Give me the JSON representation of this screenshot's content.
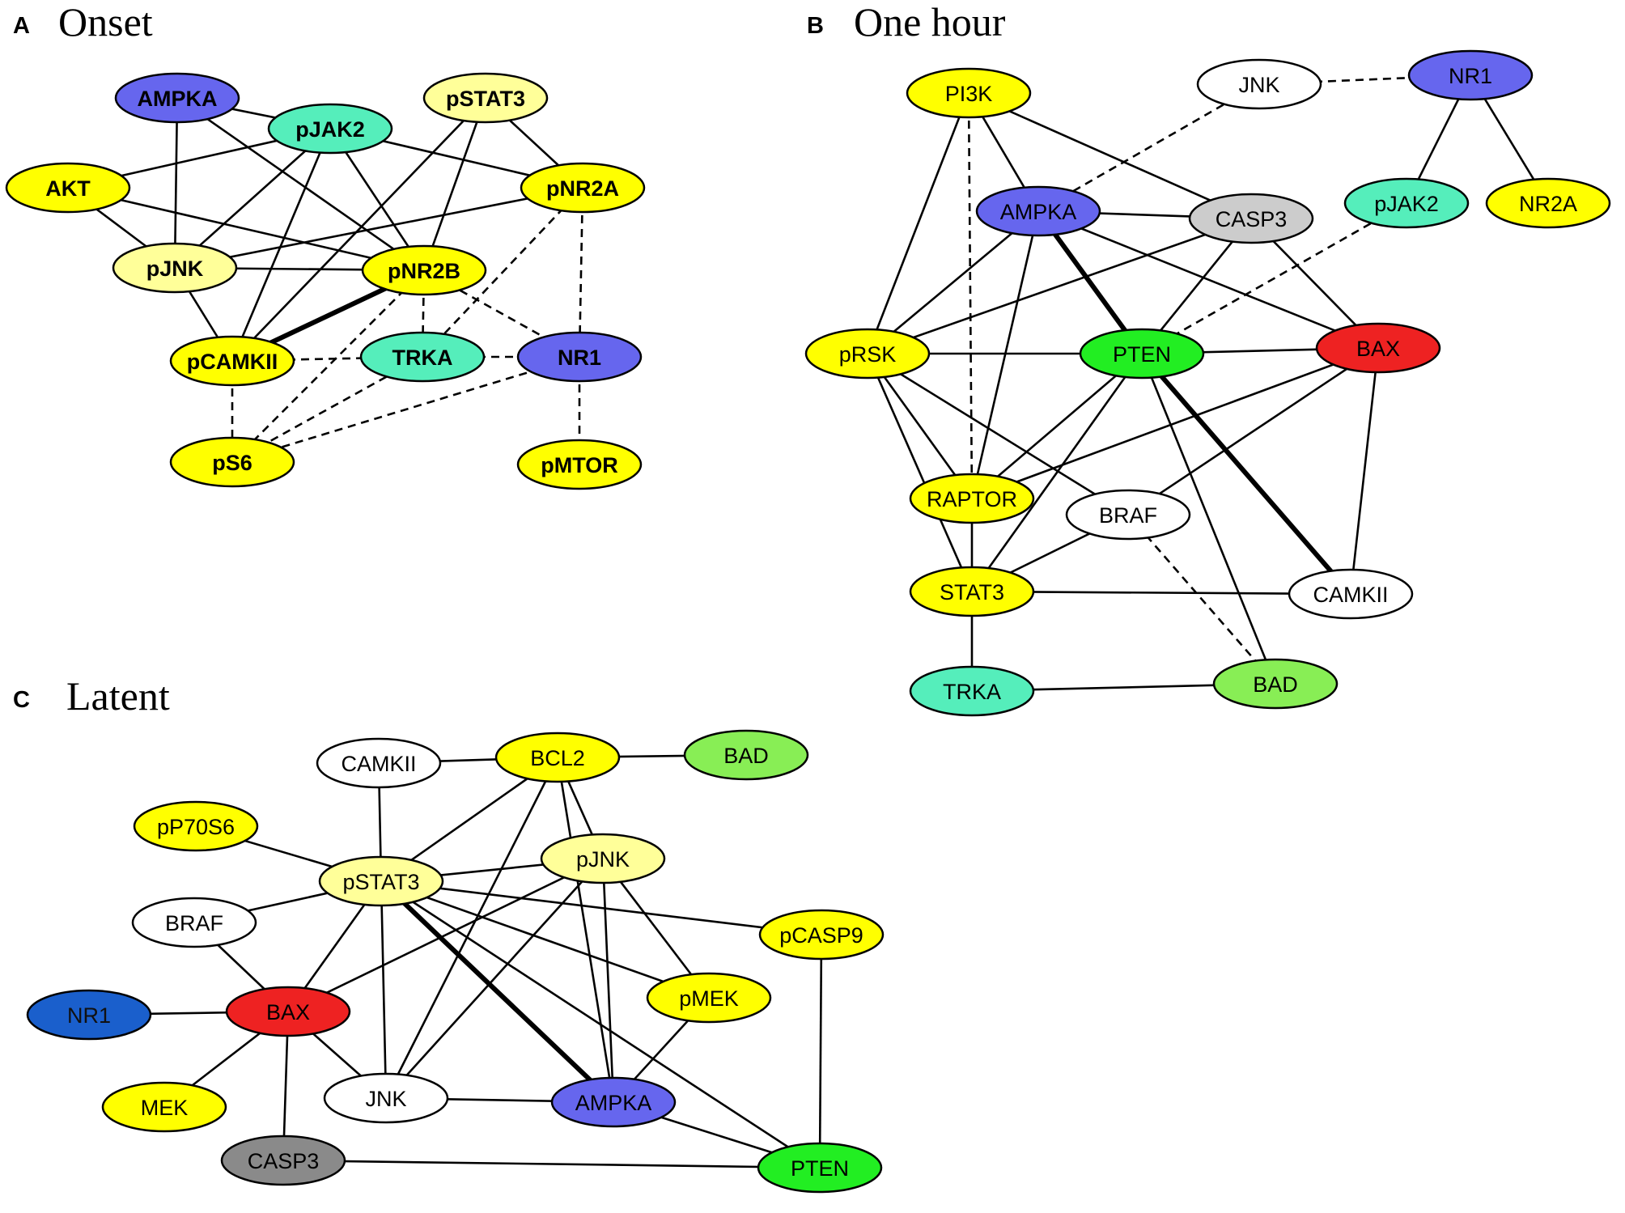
{
  "colors": {
    "yellow": "#ffff00",
    "pale_yellow": "#ffff99",
    "blue_purple": "#6666ee",
    "dark_blue": "#1a5fcc",
    "turquoise": "#55eebb",
    "white": "#ffffff",
    "light_gray": "#cccccc",
    "dark_gray": "#8a8a8a",
    "green": "#22ee22",
    "light_green": "#88ee55",
    "red": "#ee2222"
  },
  "panels": [
    {
      "id": "A",
      "letter": "A",
      "title": "Onset",
      "bold_labels": true,
      "nodes": [
        {
          "id": "AMPKA",
          "label": "AMPKA",
          "color": "blue_purple"
        },
        {
          "id": "pJAK2",
          "label": "pJAK2",
          "color": "turquoise"
        },
        {
          "id": "pSTAT3",
          "label": "pSTAT3",
          "color": "pale_yellow"
        },
        {
          "id": "AKT",
          "label": "AKT",
          "color": "yellow"
        },
        {
          "id": "pNR2A",
          "label": "pNR2A",
          "color": "yellow"
        },
        {
          "id": "pJNK",
          "label": "pJNK",
          "color": "pale_yellow"
        },
        {
          "id": "pNR2B",
          "label": "pNR2B",
          "color": "yellow"
        },
        {
          "id": "pCAMKII",
          "label": "pCAMKII",
          "color": "yellow"
        },
        {
          "id": "TRKA",
          "label": "TRKA",
          "color": "turquoise"
        },
        {
          "id": "NR1",
          "label": "NR1",
          "color": "blue_purple"
        },
        {
          "id": "pS6",
          "label": "pS6",
          "color": "yellow"
        },
        {
          "id": "pMTOR",
          "label": "pMTOR",
          "color": "yellow"
        }
      ],
      "edges": [
        {
          "from": "AMPKA",
          "to": "pJAK2",
          "style": "solid"
        },
        {
          "from": "AMPKA",
          "to": "pJNK",
          "style": "solid"
        },
        {
          "from": "AMPKA",
          "to": "pNR2B",
          "style": "solid"
        },
        {
          "from": "pJAK2",
          "to": "AKT",
          "style": "solid"
        },
        {
          "from": "pJAK2",
          "to": "pNR2A",
          "style": "solid"
        },
        {
          "from": "pJAK2",
          "to": "pJNK",
          "style": "solid"
        },
        {
          "from": "pJAK2",
          "to": "pNR2B",
          "style": "solid"
        },
        {
          "from": "pJAK2",
          "to": "pCAMKII",
          "style": "solid"
        },
        {
          "from": "pSTAT3",
          "to": "pNR2A",
          "style": "solid"
        },
        {
          "from": "pSTAT3",
          "to": "pNR2B",
          "style": "solid"
        },
        {
          "from": "pSTAT3",
          "to": "pCAMKII",
          "style": "solid"
        },
        {
          "from": "AKT",
          "to": "pJNK",
          "style": "solid"
        },
        {
          "from": "AKT",
          "to": "pNR2B",
          "style": "solid"
        },
        {
          "from": "pNR2A",
          "to": "pJNK",
          "style": "solid"
        },
        {
          "from": "pJNK",
          "to": "pNR2B",
          "style": "solid"
        },
        {
          "from": "pJNK",
          "to": "pCAMKII",
          "style": "solid"
        },
        {
          "from": "pNR2B",
          "to": "pCAMKII",
          "style": "thick"
        },
        {
          "from": "pNR2A",
          "to": "TRKA",
          "style": "dashed"
        },
        {
          "from": "pNR2A",
          "to": "NR1",
          "style": "dashed"
        },
        {
          "from": "pNR2B",
          "to": "TRKA",
          "style": "dashed"
        },
        {
          "from": "pNR2B",
          "to": "NR1",
          "style": "dashed"
        },
        {
          "from": "pNR2B",
          "to": "pS6",
          "style": "dashed"
        },
        {
          "from": "pCAMKII",
          "to": "TRKA",
          "style": "dashed"
        },
        {
          "from": "pCAMKII",
          "to": "pS6",
          "style": "dashed"
        },
        {
          "from": "TRKA",
          "to": "NR1",
          "style": "dashed"
        },
        {
          "from": "TRKA",
          "to": "pS6",
          "style": "dashed"
        },
        {
          "from": "NR1",
          "to": "pS6",
          "style": "dashed"
        },
        {
          "from": "NR1",
          "to": "pMTOR",
          "style": "dashed"
        }
      ]
    },
    {
      "id": "B",
      "letter": "B",
      "title": "One hour",
      "bold_labels": false,
      "nodes": [
        {
          "id": "PI3K",
          "label": "PI3K",
          "color": "yellow"
        },
        {
          "id": "JNK",
          "label": "JNK",
          "color": "white"
        },
        {
          "id": "NR1",
          "label": "NR1",
          "color": "blue_purple"
        },
        {
          "id": "pJAK2",
          "label": "pJAK2",
          "color": "turquoise"
        },
        {
          "id": "NR2A",
          "label": "NR2A",
          "color": "yellow"
        },
        {
          "id": "AMPKA",
          "label": "AMPKA",
          "color": "blue_purple"
        },
        {
          "id": "CASP3",
          "label": "CASP3",
          "color": "light_gray"
        },
        {
          "id": "pRSK",
          "label": "pRSK",
          "color": "yellow"
        },
        {
          "id": "PTEN",
          "label": "PTEN",
          "color": "green"
        },
        {
          "id": "BAX",
          "label": "BAX",
          "color": "red"
        },
        {
          "id": "RAPTOR",
          "label": "RAPTOR",
          "color": "yellow"
        },
        {
          "id": "BRAF",
          "label": "BRAF",
          "color": "white"
        },
        {
          "id": "STAT3",
          "label": "STAT3",
          "color": "yellow"
        },
        {
          "id": "CAMKII",
          "label": "CAMKII",
          "color": "white"
        },
        {
          "id": "TRKA",
          "label": "TRKA",
          "color": "turquoise"
        },
        {
          "id": "BAD",
          "label": "BAD",
          "color": "light_green"
        }
      ],
      "edges": [
        {
          "from": "PI3K",
          "to": "AMPKA",
          "style": "solid"
        },
        {
          "from": "PI3K",
          "to": "CASP3",
          "style": "solid"
        },
        {
          "from": "PI3K",
          "to": "pRSK",
          "style": "solid"
        },
        {
          "from": "PI3K",
          "to": "RAPTOR",
          "style": "dashed"
        },
        {
          "from": "JNK",
          "to": "NR1",
          "style": "dashed"
        },
        {
          "from": "JNK",
          "to": "AMPKA",
          "style": "dashed"
        },
        {
          "from": "NR1",
          "to": "pJAK2",
          "style": "solid"
        },
        {
          "from": "NR1",
          "to": "NR2A",
          "style": "solid"
        },
        {
          "from": "pJAK2",
          "to": "PTEN",
          "style": "dashed"
        },
        {
          "from": "AMPKA",
          "to": "CASP3",
          "style": "solid"
        },
        {
          "from": "AMPKA",
          "to": "pRSK",
          "style": "solid"
        },
        {
          "from": "AMPKA",
          "to": "PTEN",
          "style": "thick"
        },
        {
          "from": "AMPKA",
          "to": "BAX",
          "style": "solid"
        },
        {
          "from": "AMPKA",
          "to": "RAPTOR",
          "style": "solid"
        },
        {
          "from": "CASP3",
          "to": "pRSK",
          "style": "solid"
        },
        {
          "from": "CASP3",
          "to": "PTEN",
          "style": "solid"
        },
        {
          "from": "CASP3",
          "to": "BAX",
          "style": "solid"
        },
        {
          "from": "pRSK",
          "to": "PTEN",
          "style": "solid"
        },
        {
          "from": "pRSK",
          "to": "RAPTOR",
          "style": "solid"
        },
        {
          "from": "pRSK",
          "to": "BRAF",
          "style": "solid"
        },
        {
          "from": "pRSK",
          "to": "STAT3",
          "style": "solid"
        },
        {
          "from": "PTEN",
          "to": "BAX",
          "style": "solid"
        },
        {
          "from": "PTEN",
          "to": "RAPTOR",
          "style": "solid"
        },
        {
          "from": "PTEN",
          "to": "STAT3",
          "style": "solid"
        },
        {
          "from": "PTEN",
          "to": "CAMKII",
          "style": "thick"
        },
        {
          "from": "PTEN",
          "to": "BAD",
          "style": "solid"
        },
        {
          "from": "BAX",
          "to": "RAPTOR",
          "style": "solid"
        },
        {
          "from": "BAX",
          "to": "BRAF",
          "style": "solid"
        },
        {
          "from": "BAX",
          "to": "CAMKII",
          "style": "solid"
        },
        {
          "from": "RAPTOR",
          "to": "STAT3",
          "style": "solid"
        },
        {
          "from": "BRAF",
          "to": "STAT3",
          "style": "solid"
        },
        {
          "from": "BRAF",
          "to": "BAD",
          "style": "dashed"
        },
        {
          "from": "STAT3",
          "to": "CAMKII",
          "style": "solid"
        },
        {
          "from": "STAT3",
          "to": "TRKA",
          "style": "solid"
        },
        {
          "from": "TRKA",
          "to": "BAD",
          "style": "solid"
        }
      ]
    },
    {
      "id": "C",
      "letter": "C",
      "title": "Latent",
      "bold_labels": false,
      "nodes": [
        {
          "id": "CAMKII",
          "label": "CAMKII",
          "color": "white"
        },
        {
          "id": "BCL2",
          "label": "BCL2",
          "color": "yellow"
        },
        {
          "id": "BAD",
          "label": "BAD",
          "color": "light_green"
        },
        {
          "id": "pP70S6",
          "label": "pP70S6",
          "color": "yellow"
        },
        {
          "id": "pJNK",
          "label": "pJNK",
          "color": "pale_yellow"
        },
        {
          "id": "pSTAT3",
          "label": "pSTAT3",
          "color": "pale_yellow"
        },
        {
          "id": "BRAF",
          "label": "BRAF",
          "color": "white"
        },
        {
          "id": "pCASP9",
          "label": "pCASP9",
          "color": "yellow"
        },
        {
          "id": "pMEK",
          "label": "pMEK",
          "color": "yellow"
        },
        {
          "id": "NR1",
          "label": "NR1",
          "color": "dark_blue"
        },
        {
          "id": "BAX",
          "label": "BAX",
          "color": "red"
        },
        {
          "id": "MEK",
          "label": "MEK",
          "color": "yellow"
        },
        {
          "id": "JNK",
          "label": "JNK",
          "color": "white"
        },
        {
          "id": "AMPKA",
          "label": "AMPKA",
          "color": "blue_purple"
        },
        {
          "id": "CASP3",
          "label": "CASP3",
          "color": "dark_gray"
        },
        {
          "id": "PTEN",
          "label": "PTEN",
          "color": "green"
        }
      ],
      "edges": [
        {
          "from": "CAMKII",
          "to": "BCL2",
          "style": "solid"
        },
        {
          "from": "CAMKII",
          "to": "pSTAT3",
          "style": "solid"
        },
        {
          "from": "BCL2",
          "to": "BAD",
          "style": "solid"
        },
        {
          "from": "BCL2",
          "to": "pJNK",
          "style": "solid"
        },
        {
          "from": "BCL2",
          "to": "pSTAT3",
          "style": "solid"
        },
        {
          "from": "BCL2",
          "to": "JNK",
          "style": "solid"
        },
        {
          "from": "BCL2",
          "to": "AMPKA",
          "style": "solid"
        },
        {
          "from": "pP70S6",
          "to": "pSTAT3",
          "style": "solid"
        },
        {
          "from": "pJNK",
          "to": "pSTAT3",
          "style": "solid"
        },
        {
          "from": "pJNK",
          "to": "pMEK",
          "style": "solid"
        },
        {
          "from": "pJNK",
          "to": "AMPKA",
          "style": "solid"
        },
        {
          "from": "pJNK",
          "to": "BAX",
          "style": "solid"
        },
        {
          "from": "pJNK",
          "to": "JNK",
          "style": "solid"
        },
        {
          "from": "pSTAT3",
          "to": "BRAF",
          "style": "solid"
        },
        {
          "from": "pSTAT3",
          "to": "pCASP9",
          "style": "solid"
        },
        {
          "from": "pSTAT3",
          "to": "pMEK",
          "style": "solid"
        },
        {
          "from": "pSTAT3",
          "to": "BAX",
          "style": "solid"
        },
        {
          "from": "pSTAT3",
          "to": "JNK",
          "style": "solid"
        },
        {
          "from": "pSTAT3",
          "to": "AMPKA",
          "style": "thick"
        },
        {
          "from": "pSTAT3",
          "to": "PTEN",
          "style": "solid"
        },
        {
          "from": "BRAF",
          "to": "BAX",
          "style": "solid"
        },
        {
          "from": "pCASP9",
          "to": "PTEN",
          "style": "solid"
        },
        {
          "from": "pMEK",
          "to": "AMPKA",
          "style": "solid"
        },
        {
          "from": "NR1",
          "to": "BAX",
          "style": "solid"
        },
        {
          "from": "BAX",
          "to": "MEK",
          "style": "solid"
        },
        {
          "from": "BAX",
          "to": "JNK",
          "style": "solid"
        },
        {
          "from": "BAX",
          "to": "CASP3",
          "style": "solid"
        },
        {
          "from": "JNK",
          "to": "AMPKA",
          "style": "solid"
        },
        {
          "from": "AMPKA",
          "to": "PTEN",
          "style": "solid"
        },
        {
          "from": "CASP3",
          "to": "PTEN",
          "style": "solid"
        }
      ]
    }
  ]
}
